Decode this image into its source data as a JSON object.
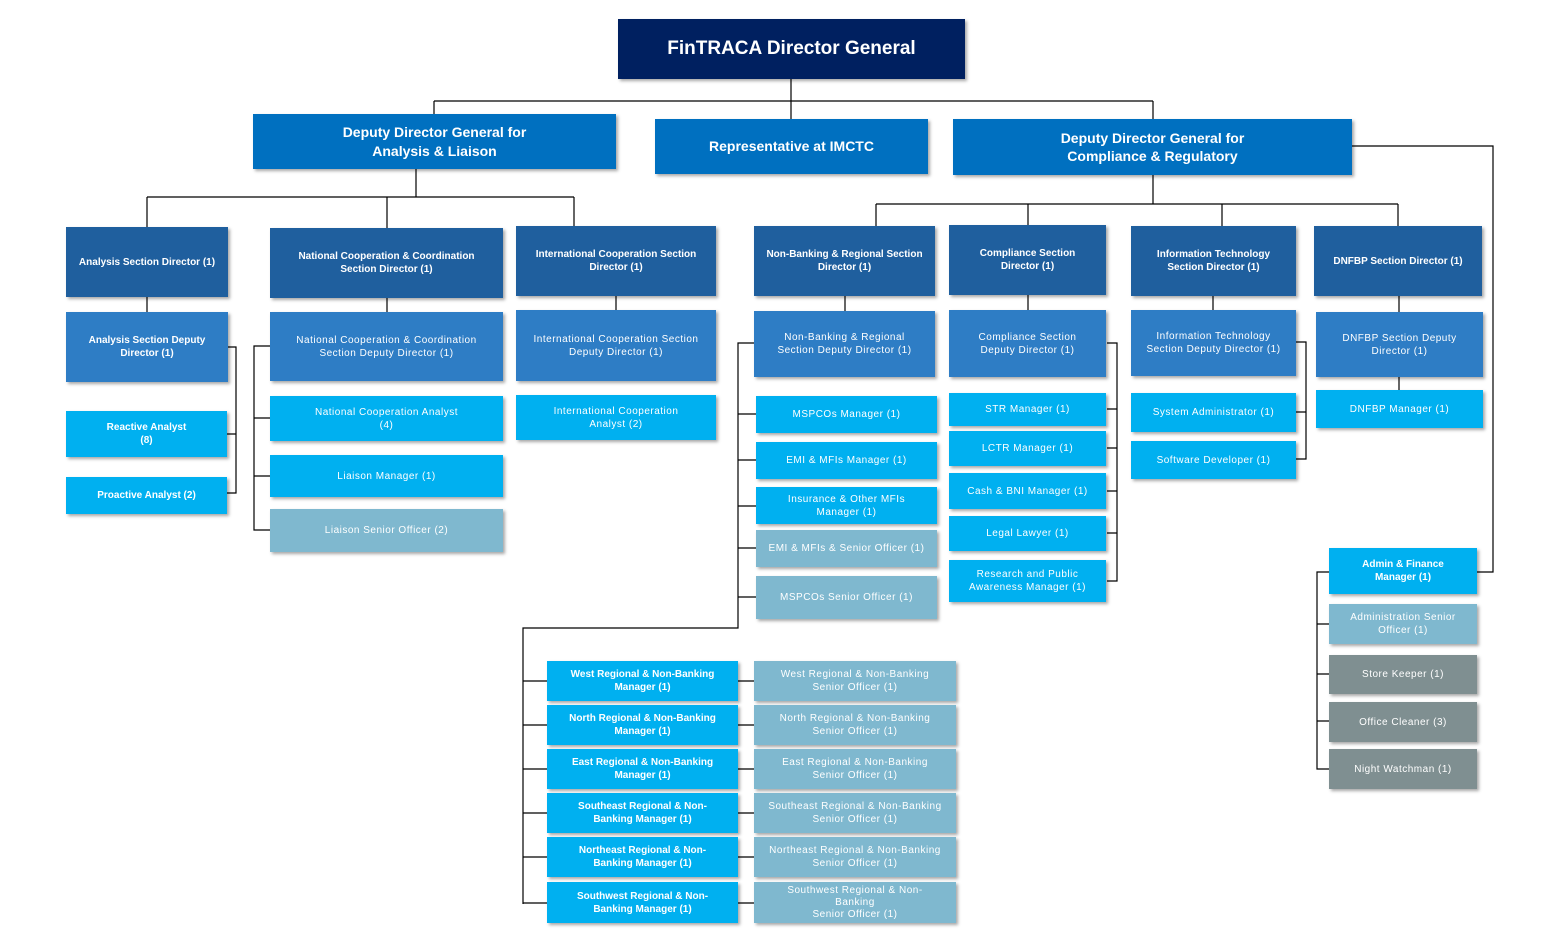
{
  "chart": {
    "director_general": "FinTRACA Director General",
    "ddg_analysis": "Deputy Director General for\nAnalysis & Liaison",
    "imctc": "Representative at IMCTC",
    "ddg_compliance": "Deputy Director General for\nCompliance & Regulatory",
    "analysis": {
      "director": "Analysis Section Director (1)",
      "deputy": "Analysis Section Deputy\nDirector (1)",
      "reactive": "Reactive Analyst\n(8)",
      "proactive": "Proactive Analyst (2)"
    },
    "national": {
      "director": "National Cooperation & Coordination\nSection Director (1)",
      "deputy": "National Cooperation & Coordination\nSection Deputy Director (1)",
      "analyst": "National Cooperation Analyst\n(4)",
      "liaison_manager": "Liaison Manager (1)",
      "liaison_senior": "Liaison Senior Officer (2)"
    },
    "international": {
      "director": "International Cooperation Section\nDirector (1)",
      "deputy": "International Cooperation Section\nDeputy Director (1)",
      "analyst": "International Cooperation\nAnalyst (2)"
    },
    "nonbanking": {
      "director": "Non-Banking & Regional Section\nDirector (1)",
      "deputy": "Non-Banking & Regional\nSection Deputy Director (1)",
      "mspcos_manager": "MSPCOs Manager (1)",
      "emi_manager": "EMI & MFIs Manager (1)",
      "insurance_manager": "Insurance & Other MFIs\nManager (1)",
      "emi_senior": "EMI & MFIs & Senior Officer  (1)",
      "mspcos_senior": "MSPCOs Senior Officer (1)",
      "regional_managers": [
        "West Regional & Non-Banking\nManager (1)",
        "North Regional & Non-Banking\nManager (1)",
        "East Regional & Non-Banking\nManager (1)",
        "Southeast Regional & Non-\nBanking Manager (1)",
        "Northeast Regional & Non-\nBanking Manager (1)",
        "Southwest Regional & Non-\nBanking Manager (1)"
      ],
      "regional_seniors": [
        "West Regional & Non-Banking\nSenior Officer (1)",
        "North Regional & Non-Banking\nSenior Officer (1)",
        "East Regional & Non-Banking\nSenior Officer (1)",
        "Southeast Regional & Non-Banking\nSenior Officer (1)",
        "Northeast Regional & Non-Banking\nSenior Officer (1)",
        "Southwest Regional & Non-\nBanking\nSenior Officer (1)"
      ]
    },
    "compliance": {
      "director": "Compliance Section\nDirector (1)",
      "deputy": "Compliance Section\nDeputy Director (1)",
      "str": "STR Manager (1)",
      "lctr": "LCTR Manager (1)",
      "cash": "Cash & BNI Manager  (1)",
      "legal": "Legal Lawyer (1)",
      "research": "Research and Public\nAwareness Manager  (1)"
    },
    "it": {
      "director": "Information Technology\nSection Director (1)",
      "deputy": "Information Technology\nSection Deputy Director (1)",
      "sysadmin": "System Administrator (1)",
      "developer": "Software Developer (1)"
    },
    "dnfbp": {
      "director": "DNFBP Section Director (1)",
      "deputy": "DNFBP Section Deputy\nDirector (1)",
      "manager": "DNFBP Manager (1)"
    },
    "admin": {
      "manager": "Admin & Finance\nManager (1)",
      "senior": "Administration Senior\nOfficer (1)",
      "store": "Store Keeper (1)",
      "cleaner": "Office Cleaner (3)",
      "watchman": "Night Watchman (1)"
    }
  }
}
